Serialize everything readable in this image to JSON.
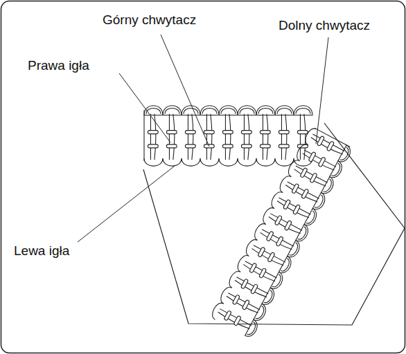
{
  "diagram": {
    "labels": [
      "Górny chwytacz",
      "Dolny chwytacz",
      "Prawa igła",
      "Lewa igła"
    ]
  }
}
